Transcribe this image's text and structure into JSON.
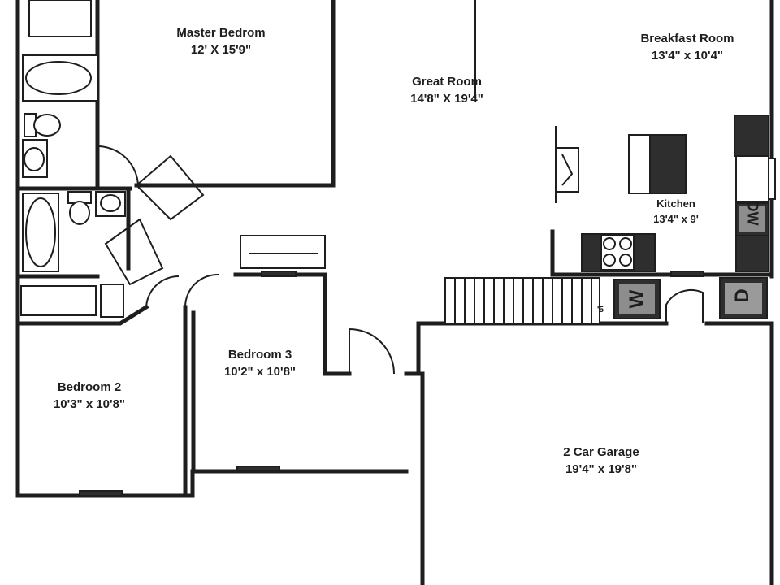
{
  "rooms": {
    "master_bedroom": {
      "name": "Master Bedrom",
      "dims": "12' X 15'9\""
    },
    "great_room": {
      "name": "Great Room",
      "dims": "14'8\" X 19'4\""
    },
    "breakfast_room": {
      "name": "Breakfast Room",
      "dims": "13'4\" x 10'4\""
    },
    "kitchen": {
      "name": "Kitchen",
      "dims": "13'4\" x 9'"
    },
    "bedroom_3": {
      "name": "Bedroom 3",
      "dims": "10'2\" x 10'8\""
    },
    "bedroom_2": {
      "name": "Bedroom 2",
      "dims": "10'3\" x 10'8\""
    },
    "garage": {
      "name": "2 Car Garage",
      "dims": "19'4\" x 19'8\""
    }
  },
  "appliances": {
    "dishwasher": "DW",
    "washer": "W",
    "dryer": "D",
    "stair_mark": "'5"
  }
}
